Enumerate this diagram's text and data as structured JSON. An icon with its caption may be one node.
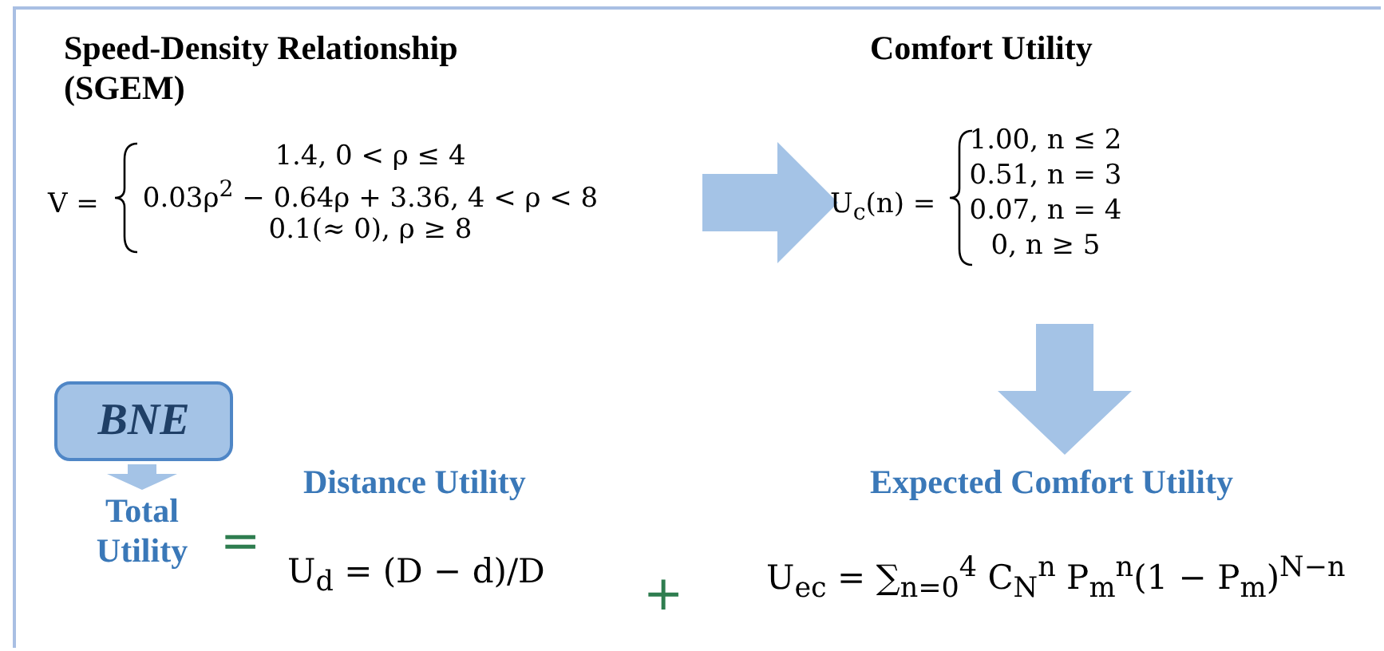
{
  "diagram": {
    "nodes": [
      {
        "text": [
          "Speed-Density Relationship (SGEM)",
          "V =",
          "1.4, 0 < ρ ≤ 4",
          "0.03ρ$^{2}$ − 0.64ρ + 3.36, 4 < ρ < 8",
          "0.1(≈ 0), ρ ≥ 8"
        ]
      },
      {
        "text": [
          "Comfort Utility",
          "U$_{c}$(n) =",
          "1.00, n ≤ 2",
          "0.51, n = 3",
          "0.07, n = 4",
          "0, n ≥ 5"
        ]
      },
      {
        "text": [
          "BNE"
        ]
      },
      {
        "text": [
          "Total Utility"
        ]
      },
      {
        "text": [
          "Distance Utility",
          "U$_{d}$ = (D − d)/D"
        ]
      },
      {
        "text": [
          "Expected Comfort Utility",
          "U$_{ec}$ = ∑$_{n=0}$$^{4}$ C$_{N}$$^{n}$ P$_{m}$$^{n}$(1 − P$_{m}$)$^{N−n}$"
        ]
      }
    ],
    "edges": [
      {
        "from": 0,
        "to": 1,
        "arrow": "to"
      },
      {
        "from": 1,
        "to": 5,
        "arrow": "to"
      },
      {
        "from": 2,
        "to": 3,
        "arrow": "to"
      }
    ],
    "labels": [
      "=",
      "+"
    ]
  }
}
